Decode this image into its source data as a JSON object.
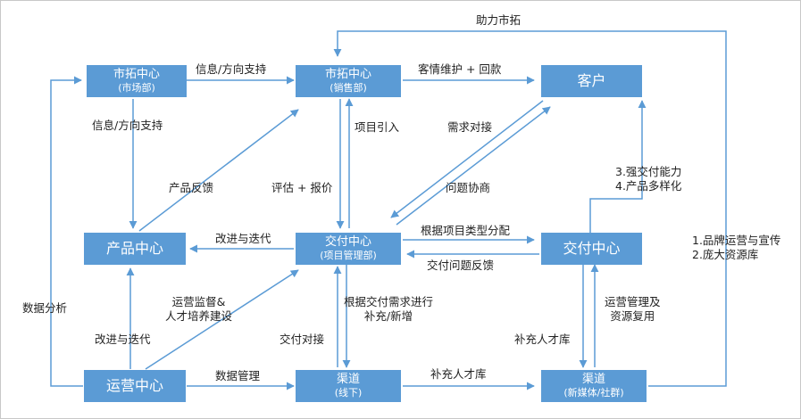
{
  "colors": {
    "box": "#5b9bd5",
    "arrow": "#5b9bd5",
    "label": "#222222"
  },
  "nodes": {
    "market_dev": {
      "title": "市拓中心",
      "sub": "(市场部)"
    },
    "market": {
      "title": "市拓中心",
      "sub": "(销售部)"
    },
    "customer": {
      "title": "客户"
    },
    "product": {
      "title": "产品中心"
    },
    "delivery_pm": {
      "title": "交付中心",
      "sub": "(项目管理部)"
    },
    "delivery": {
      "title": "交付中心"
    },
    "operations": {
      "title": "运营中心"
    },
    "channel_offline": {
      "title": "渠道",
      "sub": "(线下)"
    },
    "channel_new": {
      "title": "渠道",
      "sub": "(新媒体/社群)"
    }
  },
  "labels": {
    "market_support": "助力市拓",
    "info_support_h": "信息/方向支持",
    "info_support_v": "信息/方向支持",
    "maintain_payment": "客情维护 + 回款",
    "project_intro": "项目引入",
    "demand_match": "需求对接",
    "issue_coord": "问题协商",
    "product_feedback": "产品反馈",
    "eval_quote": "评估 + 报价",
    "capability_1": "3.强交付能力",
    "capability_2": "4.产品多样化",
    "brand_1": "1.品牌运营与宣传",
    "brand_2": "2.庞大资源库",
    "assign_by_type": "根据项目类型分配",
    "delivery_feedback": "交付问题反馈",
    "improve_iterate_h": "改进与迭代",
    "improve_iterate_v": "改进与迭代",
    "data_analysis": "数据分析",
    "ops_supervision_1": "运营监督&",
    "ops_supervision_2": "人才培养建设",
    "supplement_1": "根据交付需求进行",
    "supplement_2": "补充/新增",
    "delivery_dock": "交付对接",
    "ops_mgmt_1": "运营管理及",
    "ops_mgmt_2": "资源复用",
    "talent_pool_v": "补充人才库",
    "talent_pool_h": "补充人才库",
    "data_mgmt": "数据管理"
  }
}
